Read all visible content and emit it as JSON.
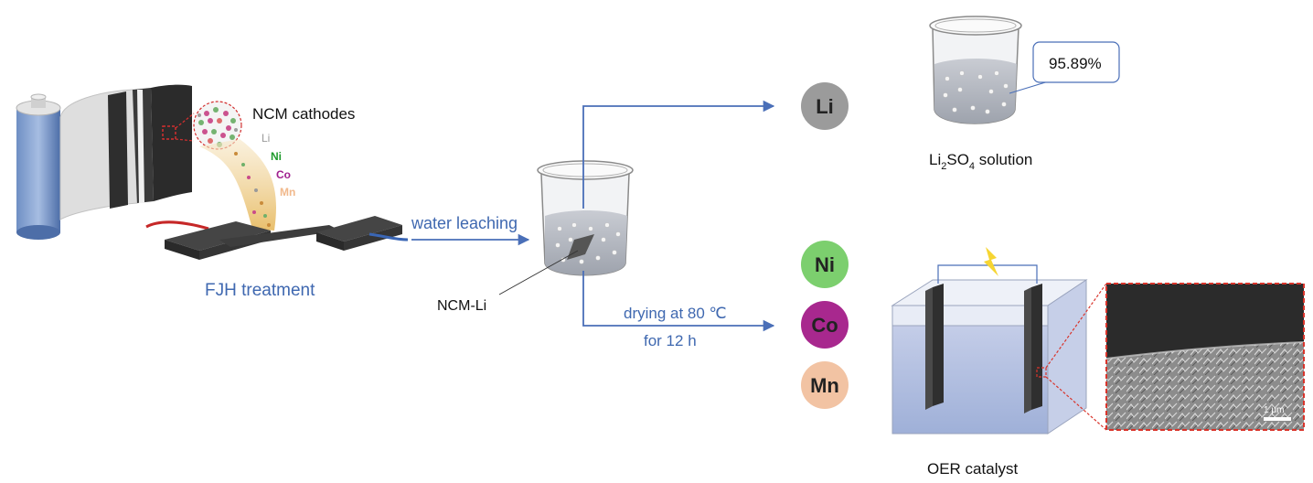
{
  "labels": {
    "ncm_cathodes": "NCM cathodes",
    "fjh_treatment": "FJH treatment",
    "water_leaching": "water leaching",
    "ncm_li": "NCM-Li",
    "drying_line1": "drying at 80 ℃",
    "drying_line2": "for 12 h",
    "li2so4_main": "Li",
    "li2so4_sub1": "2",
    "li2so4_mid": "SO",
    "li2so4_sub2": "4",
    "li2so4_tail": " solution",
    "percentage": "95.89%",
    "oer_catalyst": "OER catalyst",
    "scale_bar": "1 μm"
  },
  "stream_elements": [
    {
      "symbol": "Li",
      "color": "#9a9a9a"
    },
    {
      "symbol": "Ni",
      "color": "#1f9a2c"
    },
    {
      "symbol": "Co",
      "color": "#a0208f"
    },
    {
      "symbol": "Mn",
      "color": "#f1b98c"
    }
  ],
  "element_circles": [
    {
      "symbol": "Li",
      "color": "#9b9b9b"
    },
    {
      "symbol": "Ni",
      "color": "#7ccf6e"
    },
    {
      "symbol": "Co",
      "color": "#a8288e"
    },
    {
      "symbol": "Mn",
      "color": "#f2c3a3"
    }
  ],
  "colors": {
    "arrow": "#4a6fb8",
    "accent_text": "#3f68b0",
    "sem_border": "#d9342b"
  }
}
